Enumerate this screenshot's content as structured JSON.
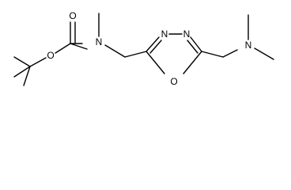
{
  "molecule": {
    "atoms": [
      {
        "id": "O_carbonyl",
        "label": "O"
      },
      {
        "id": "O_ester",
        "label": "O"
      },
      {
        "id": "N_carbamate",
        "label": "N"
      },
      {
        "id": "N_ring_1",
        "label": "N"
      },
      {
        "id": "N_ring_2",
        "label": "N"
      },
      {
        "id": "O_ring",
        "label": "O"
      },
      {
        "id": "N_amine",
        "label": "N"
      }
    ],
    "colors": {
      "bond": "#000000",
      "label": "#000000",
      "background": "#ffffff"
    }
  }
}
